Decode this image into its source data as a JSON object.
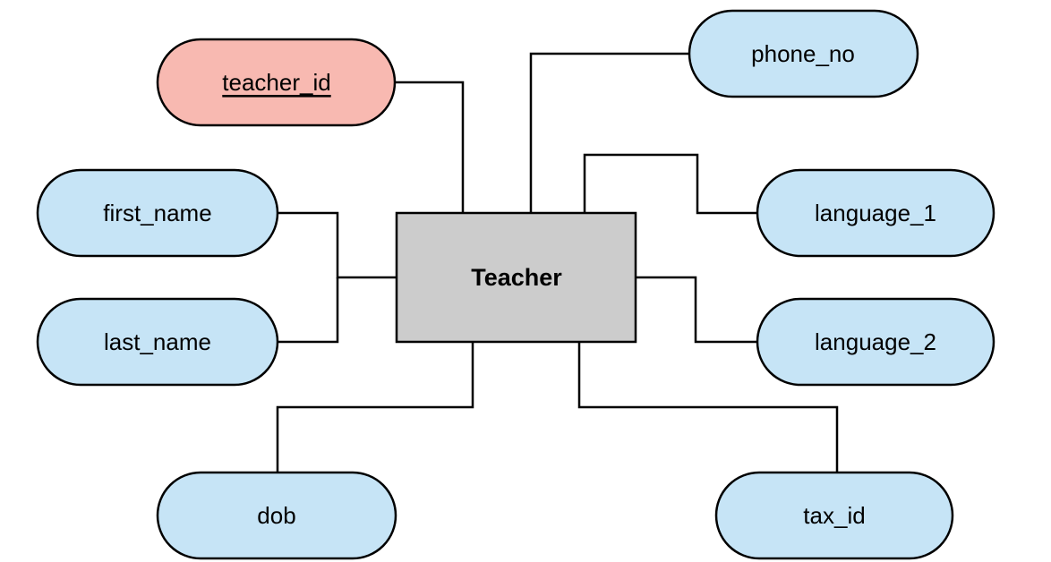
{
  "entity": {
    "name": "Teacher",
    "fill": "#cccccc"
  },
  "colors": {
    "attribute_fill": "#c6e4f6",
    "key_attribute_fill": "#f8b9b1",
    "stroke": "#000000"
  },
  "attributes": {
    "teacher_id": {
      "label": "teacher_id",
      "is_key": true
    },
    "phone_no": {
      "label": "phone_no",
      "is_key": false
    },
    "first_name": {
      "label": "first_name",
      "is_key": false
    },
    "last_name": {
      "label": "last_name",
      "is_key": false
    },
    "language_1": {
      "label": "language_1",
      "is_key": false
    },
    "language_2": {
      "label": "language_2",
      "is_key": false
    },
    "dob": {
      "label": "dob",
      "is_key": false
    },
    "tax_id": {
      "label": "tax_id",
      "is_key": false
    }
  }
}
